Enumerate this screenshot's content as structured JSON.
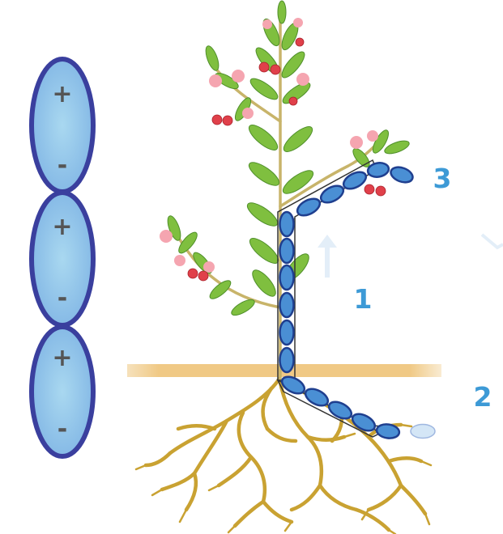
{
  "labels": {
    "one": "1",
    "two": "2",
    "three": "3"
  },
  "molecule": {
    "plus": "+",
    "minus": "-",
    "count": 3
  },
  "colors": {
    "label_blue": "#3d9ad6",
    "molecule_fill": "#8fc2e8",
    "molecule_outline": "#3a3f9e",
    "chain_fill": "#4a8fd4",
    "chain_outline": "#1f3f8f",
    "soil": "#f0cd8e",
    "root": "#c9a232",
    "leaf": "#7fbf3f",
    "stem": "#c8b46a",
    "berry": "#e0404a",
    "flower": "#f5a5b0",
    "arrow": "#e3eef8"
  }
}
